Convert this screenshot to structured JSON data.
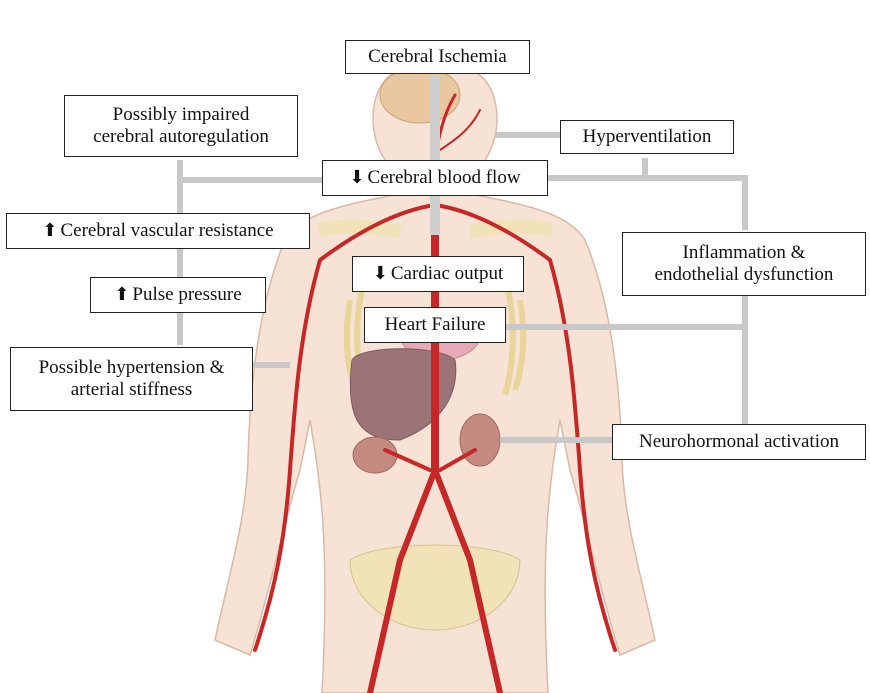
{
  "labels": {
    "cerebral_ischemia": "Cerebral Ischemia",
    "impaired_autoregulation_1": "Possibly impaired",
    "impaired_autoregulation_2": "cerebral autoregulation",
    "hyperventilation": "Hyperventilation",
    "cerebral_blood_flow": "Cerebral blood flow",
    "vascular_resistance": "Cerebral vascular resistance",
    "inflammation_1": "Inflammation &",
    "inflammation_2": "endothelial dysfunction",
    "cardiac_output": "Cardiac output",
    "pulse_pressure": "Pulse pressure",
    "heart_failure": "Heart Failure",
    "hypertension_1": "Possible hypertension &",
    "hypertension_2": "arterial stiffness",
    "neurohormonal": "Neurohormonal activation"
  },
  "arrows": {
    "up": "⬆",
    "down": "⬇"
  },
  "colors": {
    "connector": "#c8c8c8",
    "artery": "#c62828",
    "skin": "#f7e3d6",
    "bone": "#f2e2b8",
    "liver": "#9b7478",
    "kidney": "#c58a80"
  }
}
